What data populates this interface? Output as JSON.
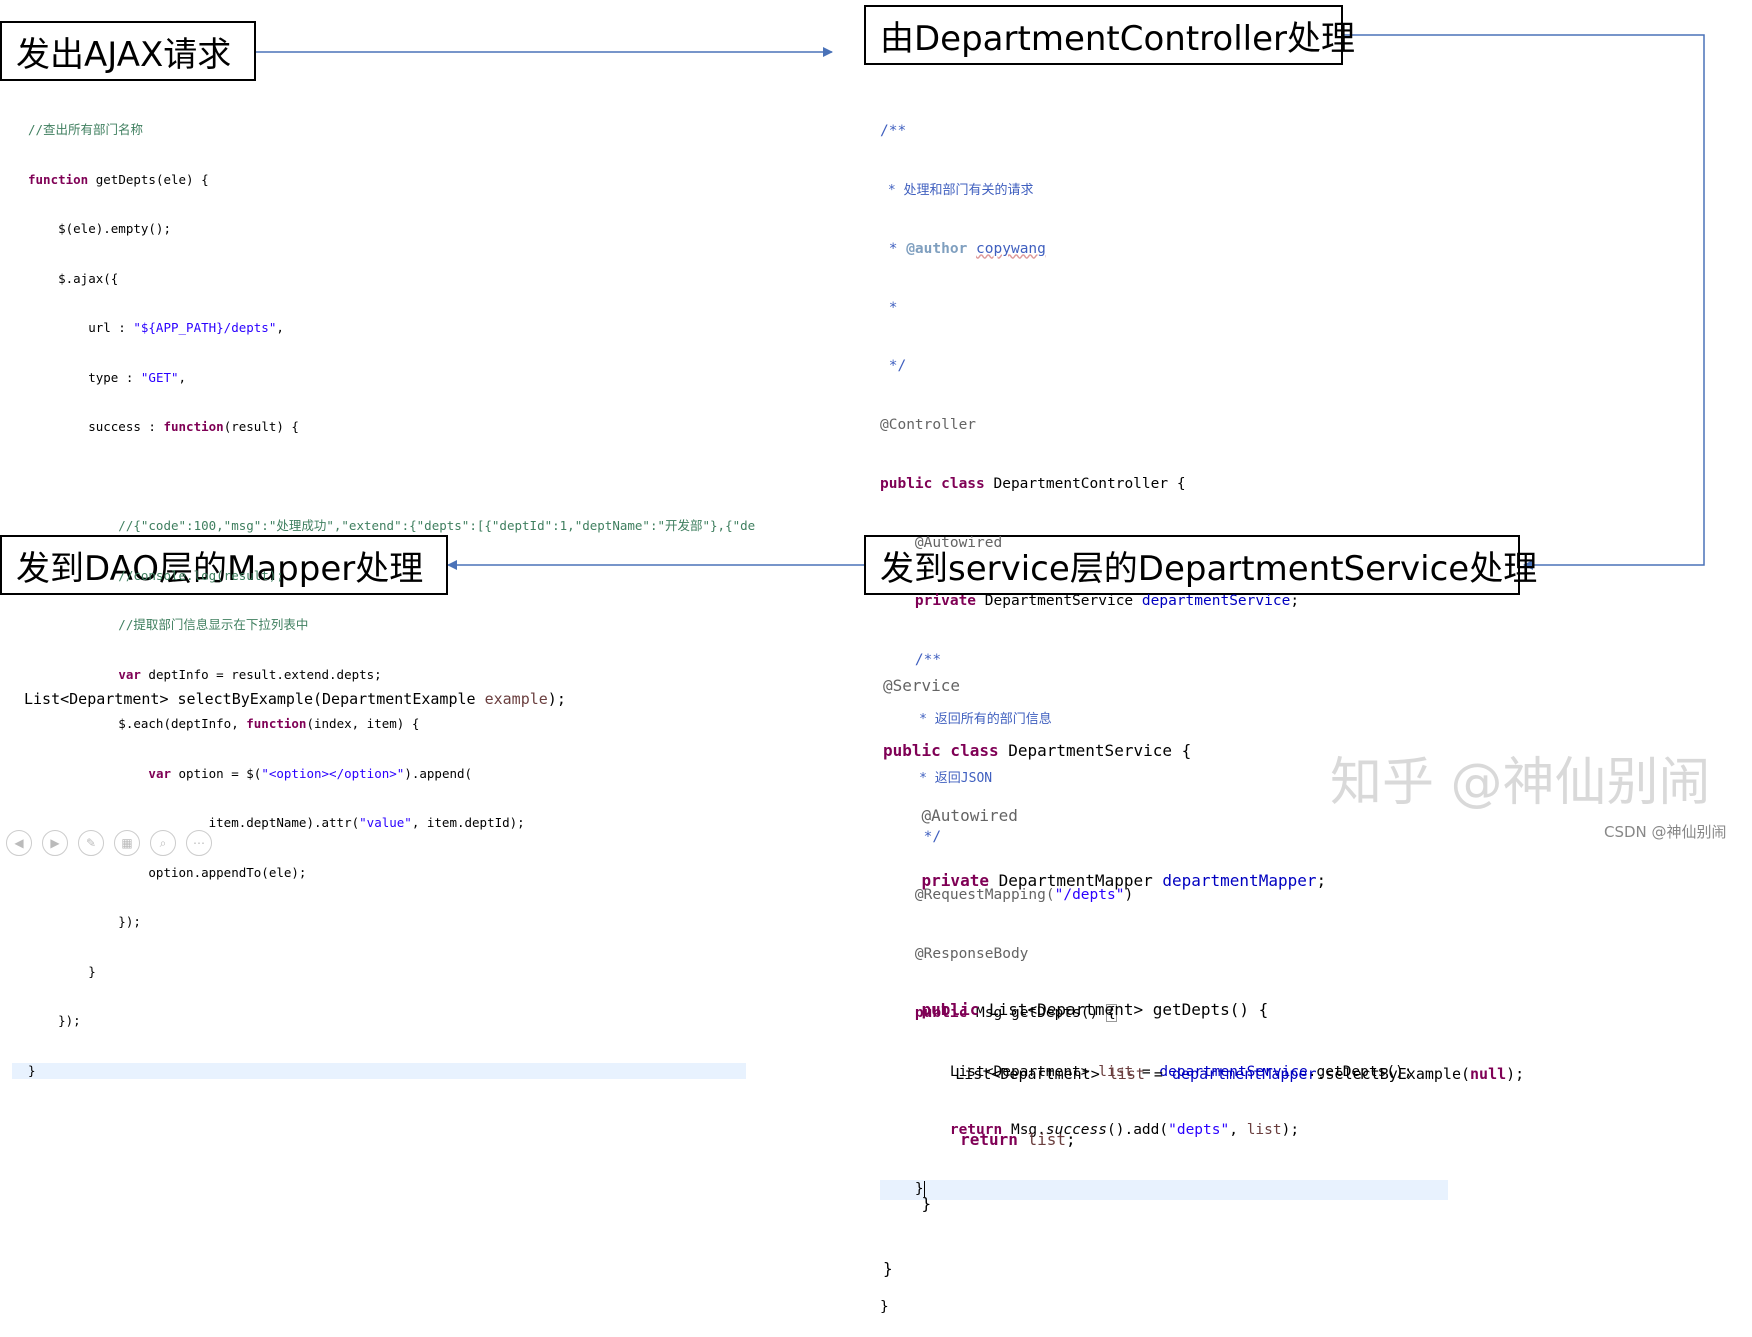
{
  "boxes": {
    "ajax": "发出AJAX请求",
    "controller": "由DepartmentController处理",
    "dao": "发到DAO层的Mapper处理",
    "service": "发到service层的DepartmentService处理"
  },
  "code_js": [
    "//查出所有部门名称",
    "function getDepts(ele) {",
    "    $(ele).empty();",
    "    $.ajax({",
    "        url : \"${APP_PATH}/depts\",",
    "        type : \"GET\",",
    "        success : function(result) {",
    "",
    "            //{\"code\":100,\"msg\":\"处理成功\",\"extend\":{\"depts\":[{\"deptId\":1,\"deptName\":\"开发部\"},{\"de",
    "            //console.log(result);",
    "            //提取部门信息显示在下拉列表中",
    "            var deptInfo = result.extend.depts;",
    "            $.each(deptInfo, function(index, item) {",
    "                var option = $(\"<option></option>\").append(",
    "                        item.deptName).attr(\"value\", item.deptId);",
    "                option.appendTo(ele);",
    "            });",
    "        }",
    "    });",
    "}"
  ],
  "code_controller": [
    "/**",
    " * 处理和部门有关的请求",
    " * @author copywang",
    " *",
    " */",
    "@Controller",
    "public class DepartmentController {",
    "    @Autowired",
    "    private DepartmentService departmentService;",
    "    /**",
    "     * 返回所有的部门信息",
    "     * 返回JSON",
    "     */",
    "    @RequestMapping(\"/depts\")",
    "    @ResponseBody",
    "    public Msg getDepts() {",
    "        List<Department> list = departmentService.getDepts();",
    "        return Msg.success().add(\"depts\", list);",
    "    }",
    "",
    "}"
  ],
  "code_dao": "List<Department> selectByExample(DepartmentExample example);",
  "code_service": [
    "@Service",
    "public class DepartmentService {",
    "    @Autowired",
    "    private DepartmentMapper departmentMapper;",
    "",
    "    public List<Department> getDepts() {",
    "        List<Department> list = departmentMapper.selectByExample(null);",
    "        return list;",
    "    }",
    "}"
  ],
  "watermark": "知乎 @神仙别闹",
  "credit": "CSDN @神仙别闹",
  "colors": {
    "arrow": "#4a72b8",
    "keyword": "#7f0055",
    "string": "#2a00ff",
    "comment": "#3f7f5f",
    "javadoc": "#3f5fbf",
    "highlight": "#e8f2fe"
  },
  "icons": [
    "prev-icon",
    "next-icon",
    "pen-icon",
    "slides-icon",
    "zoom-icon",
    "more-icon"
  ]
}
